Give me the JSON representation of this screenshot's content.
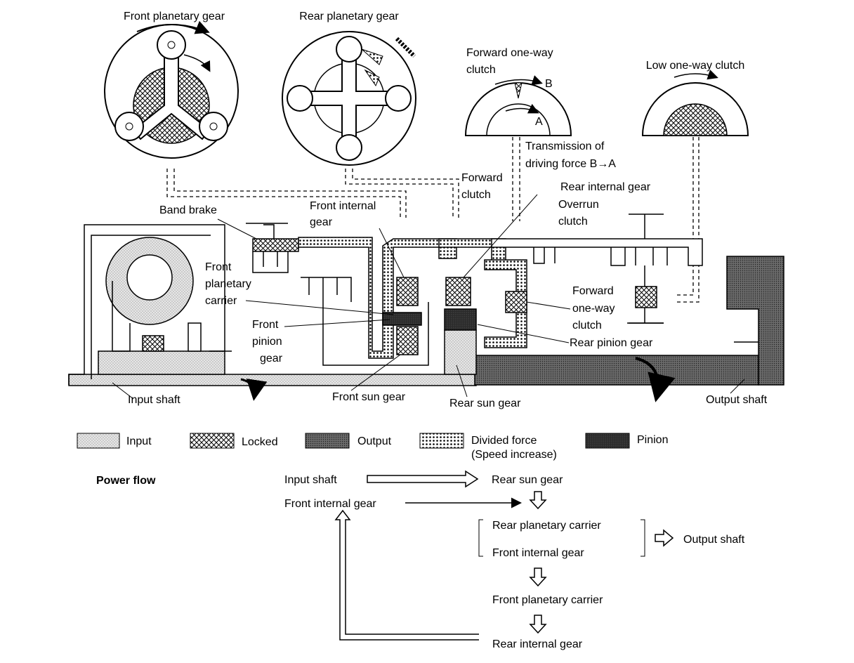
{
  "diagram": {
    "gears": {
      "front_planetary": "Front planetary gear",
      "rear_planetary": "Rear planetary gear",
      "forward_one_way_clutch_l1": "Forward one-way",
      "forward_one_way_clutch_l2": "clutch",
      "low_one_way_clutch": "Low one-way clutch",
      "label_a": "A",
      "label_b": "B",
      "transmission_l1": "Transmission of",
      "transmission_l2": "driving force B→A"
    },
    "labels": {
      "band_brake": "Band brake",
      "front_internal_gear_l1": "Front internal",
      "front_internal_gear_l2": "gear",
      "forward_clutch_l1": "Forward",
      "forward_clutch_l2": "clutch",
      "rear_internal_gear": "Rear internal gear",
      "overrun_clutch_l1": "Overrun",
      "overrun_clutch_l2": "clutch",
      "front_planetary_carrier_l1": "Front",
      "front_planetary_carrier_l2": "planetary",
      "front_planetary_carrier_l3": "carrier",
      "front_pinion_gear_l1": "Front",
      "front_pinion_gear_l2": "pinion",
      "front_pinion_gear_l3": "gear",
      "forward_ow_clutch_l1": "Forward",
      "forward_ow_clutch_l2": "one-way",
      "forward_ow_clutch_l3": "clutch",
      "rear_pinion_gear": "Rear pinion gear",
      "input_shaft": "Input shaft",
      "front_sun_gear": "Front sun gear",
      "rear_sun_gear": "Rear sun gear",
      "output_shaft": "Output shaft"
    },
    "legend": {
      "input": "Input",
      "locked": "Locked",
      "output": "Output",
      "divided_force_l1": "Divided force",
      "divided_force_l2": "(Speed increase)",
      "pinion": "Pinion"
    },
    "power_flow": {
      "title": "Power flow",
      "input_shaft": "Input shaft",
      "rear_sun_gear": "Rear sun gear",
      "front_internal_gear": "Front internal gear",
      "rear_planetary_carrier": "Rear planetary carrier",
      "front_internal_gear_2": "Front internal gear",
      "output_shaft": "Output shaft",
      "front_planetary_carrier": "Front planetary carrier",
      "rear_internal_gear": "Rear internal gear"
    }
  }
}
